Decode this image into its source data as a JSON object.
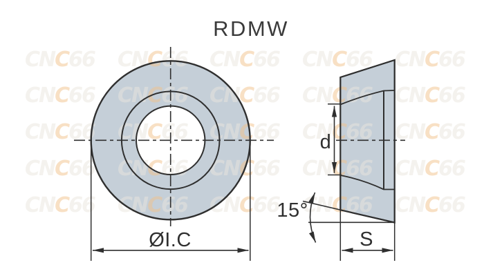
{
  "title": "RDMW",
  "front_view": {
    "description": "round insert front view with inscribed-circle diameter dimension",
    "diameter_label": "ØI.C"
  },
  "side_view": {
    "description": "insert cross-section with hole diameter, clearance angle and thickness dimensions",
    "hole_diameter_label": "d",
    "clearance_angle_label": "15°",
    "thickness_label": "S"
  },
  "watermark": {
    "full_text": "CNC66",
    "segments": [
      "CN",
      "C",
      "66"
    ]
  },
  "colors": {
    "insert_fill": "#c5cfd8",
    "line": "#2f2f2f",
    "title_text": "#3a3a3a",
    "watermark_main": "rgba(233,229,221,0.5)",
    "watermark_accent": "rgba(241,193,137,0.5)",
    "background": "#ffffff"
  }
}
